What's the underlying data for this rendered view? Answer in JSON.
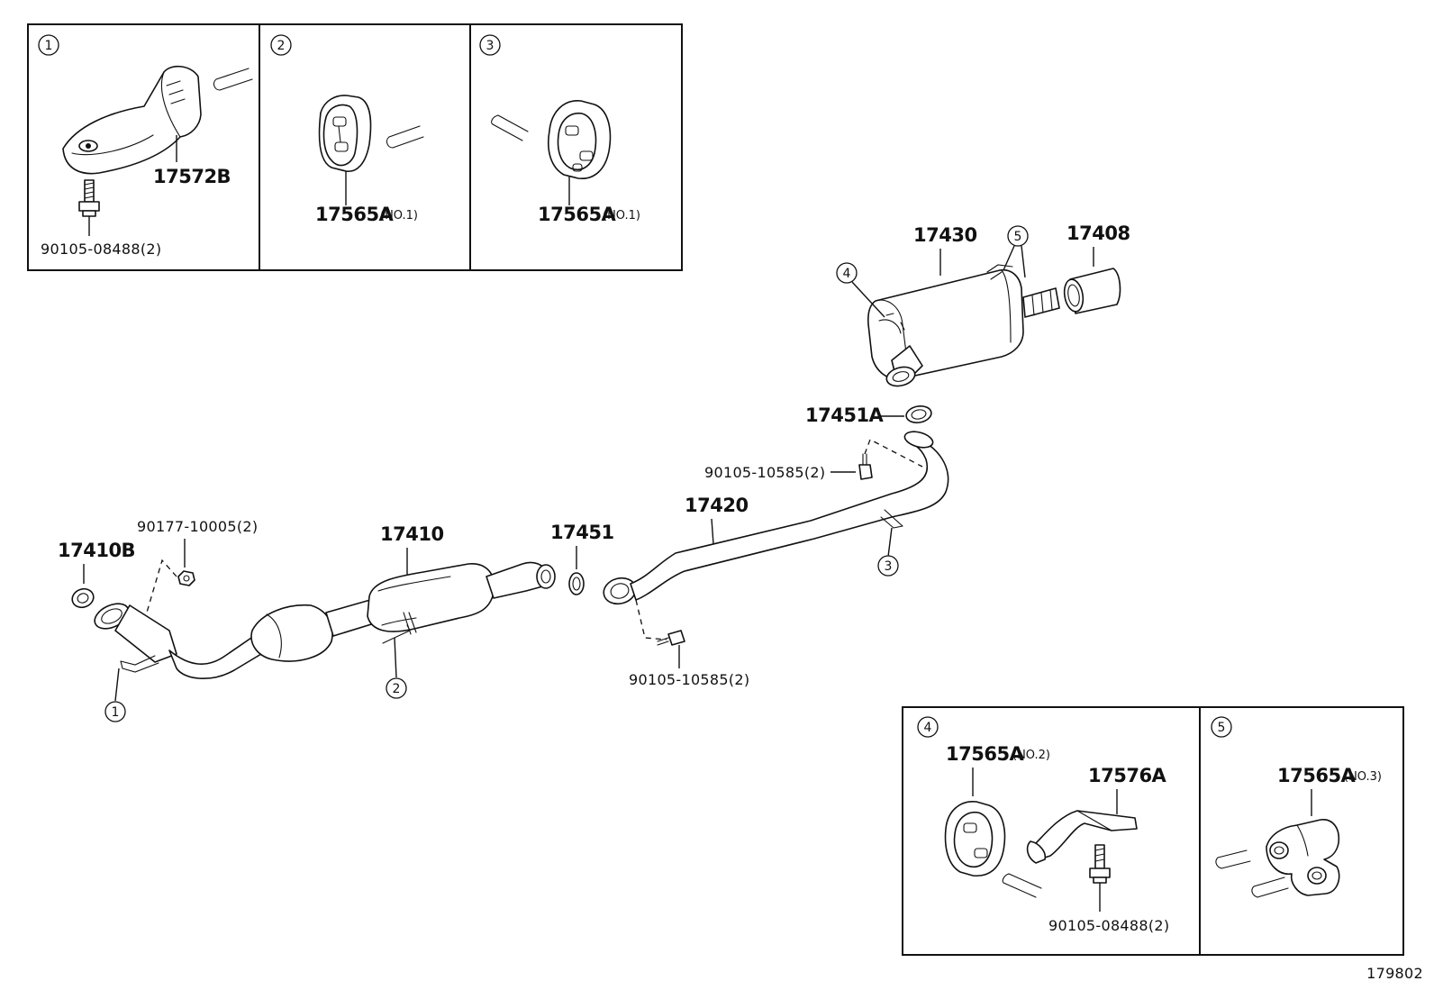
{
  "diagram_id": "179802",
  "callouts": {
    "c1": "1",
    "c2": "2",
    "c3": "3",
    "c4": "4",
    "c5": "5"
  },
  "insets": {
    "inset1": {
      "tag": "1",
      "part": "17572B",
      "bolt": "90105-08488(2)"
    },
    "inset2": {
      "tag": "2",
      "part": "17565A",
      "note": "(NO.1)"
    },
    "inset3": {
      "tag": "3",
      "part": "17565A",
      "note": "(NO.1)"
    },
    "inset4": {
      "tag": "4",
      "part": "17565A",
      "note": "(NO.2)",
      "bracket": "17576A",
      "bolt": "90105-08488(2)"
    },
    "inset5": {
      "tag": "5",
      "part": "17565A",
      "note": "(NO.3)"
    }
  },
  "main_parts": {
    "gasket_front": "17410B",
    "front_nut": "90177-10005(2)",
    "front_pipe": "17410",
    "gasket_mid": "17451",
    "center_pipe": "17420",
    "bolt_mid": "90105-10585(2)",
    "bolt_rear": "90105-10585(2)",
    "gasket_rear": "17451A",
    "muffler": "17430",
    "tail_finisher": "17408"
  }
}
